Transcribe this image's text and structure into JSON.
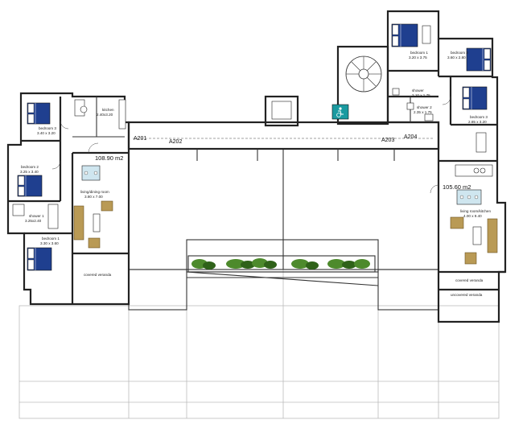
{
  "rooms": {
    "west_bedroom_3": {
      "name": "bedroom 3",
      "dim": "3.40 x 3.20"
    },
    "west_bedroom_2": {
      "name": "bedroom 2",
      "dim": "3.25 x 3.40"
    },
    "west_bedroom_1": {
      "name": "bedroom 1",
      "dim": "3.30 x 3.60"
    },
    "west_kitchen": {
      "name": "kitchen",
      "dim": "2.40x3.20"
    },
    "west_shower_1": {
      "name": "shower 1",
      "dim": "3.25x2.40"
    },
    "west_living": {
      "name": "living/dining room",
      "dim": "3.80 x 7.00"
    },
    "west_covered_veranda": {
      "name": "covered veranda"
    },
    "east_bedroom_1": {
      "name": "bedroom 1",
      "dim": "3.20 x 3.75"
    },
    "east_bedroom_2": {
      "name": "bedroom 2",
      "dim": "3.60 x 2.80"
    },
    "east_bedroom_3": {
      "name": "bedroom 3",
      "dim": "2.85 x 3.20"
    },
    "east_shower_1": {
      "name": "shower",
      "dim": "2.10 x 1.75"
    },
    "east_shower_2": {
      "name": "shower 2",
      "dim": "2.35 x 1.75"
    },
    "east_living": {
      "name": "living room/kitchen",
      "dim": "4.00 x 9.40"
    },
    "east_covered_veranda": {
      "name": "covered veranda"
    },
    "east_uncovered_veranda": {
      "name": "uncovered veranda"
    }
  },
  "units": {
    "west_area": "108.90 m2",
    "east_area": "105.60 m2"
  },
  "codes": {
    "a201": "A201",
    "a202": "A202",
    "a203": "A203",
    "a204": "A204"
  },
  "icons": {
    "lift": "wheelchair-accessible-lift-icon",
    "stair": "spiral-stair-icon"
  },
  "colors": {
    "bed": "#1f3f8f",
    "sofa": "#b99a55",
    "plants": "#4d8a2c",
    "lift_sign": "#1a9aa0"
  }
}
